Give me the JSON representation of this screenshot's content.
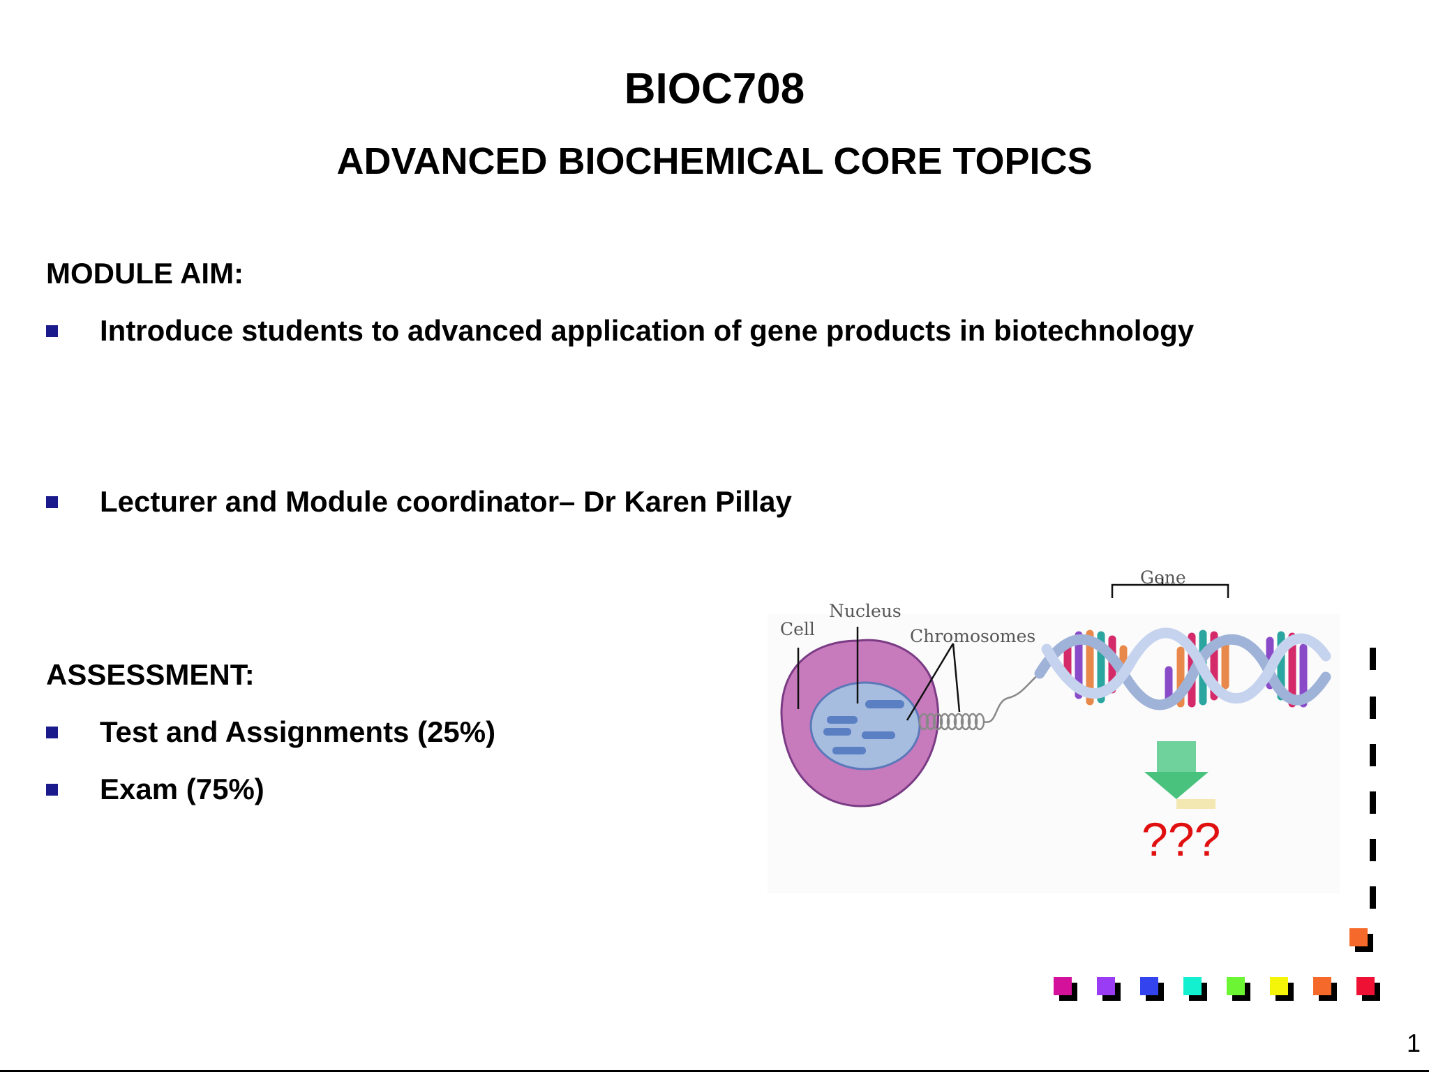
{
  "slide": {
    "title": "BIOC708",
    "subtitle": "ADVANCED BIOCHEMICAL CORE TOPICS",
    "module_aim_heading": "MODULE AIM:",
    "aim_bullets": [
      "Introduce students to advanced application of gene products in biotechnology",
      "Lecturer and Module coordinator– Dr Karen Pillay"
    ],
    "assessment_heading": "ASSESSMENT:",
    "assessment_bullets": [
      "Test and Assignments (25%)",
      "Exam (75%)"
    ],
    "page_number": "1"
  },
  "diagram": {
    "labels": {
      "cell": "Cell",
      "nucleus": "Nucleus",
      "chromosomes": "Chromosomes",
      "gene": "Gene"
    },
    "question": "???"
  },
  "decor_colors": [
    "#d4119b",
    "#9b3cf5",
    "#3344ee",
    "#12f0d0",
    "#6cf532",
    "#f5f50a",
    "#f56a2a",
    "#ee1133"
  ],
  "bullet_color": "#1a1a8c"
}
